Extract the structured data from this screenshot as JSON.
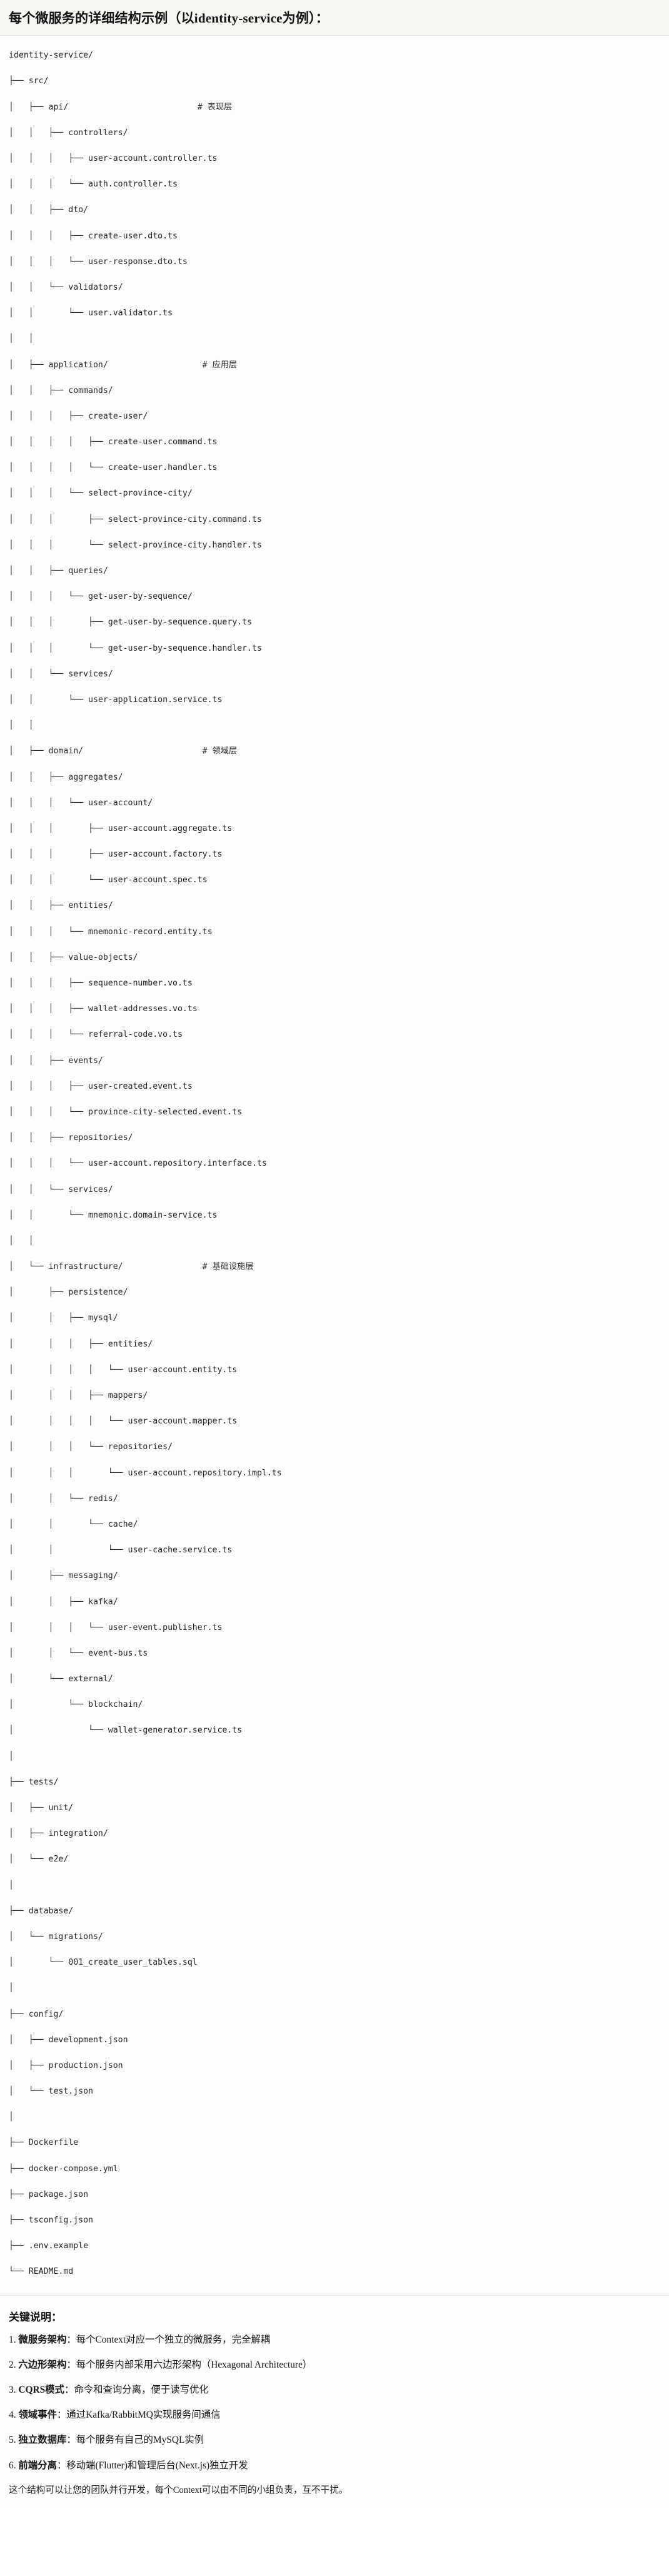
{
  "header": {
    "title": "每个微服务的详细结构示例（以identity-service为例）："
  },
  "tree": {
    "root": "identity-service/",
    "lines": [
      "identity-service/",
      "├── src/",
      "│   ├── api/                          # 表现层",
      "│   │   ├── controllers/",
      "│   │   │   ├── user-account.controller.ts",
      "│   │   │   └── auth.controller.ts",
      "│   │   ├── dto/",
      "│   │   │   ├── create-user.dto.ts",
      "│   │   │   └── user-response.dto.ts",
      "│   │   └── validators/",
      "│   │       └── user.validator.ts",
      "│   │",
      "│   ├── application/                   # 应用层",
      "│   │   ├── commands/",
      "│   │   │   ├── create-user/",
      "│   │   │   │   ├── create-user.command.ts",
      "│   │   │   │   └── create-user.handler.ts",
      "│   │   │   └── select-province-city/",
      "│   │   │       ├── select-province-city.command.ts",
      "│   │   │       └── select-province-city.handler.ts",
      "│   │   ├── queries/",
      "│   │   │   └── get-user-by-sequence/",
      "│   │   │       ├── get-user-by-sequence.query.ts",
      "│   │   │       └── get-user-by-sequence.handler.ts",
      "│   │   └── services/",
      "│   │       └── user-application.service.ts",
      "│   │",
      "│   ├── domain/                        # 领域层",
      "│   │   ├── aggregates/",
      "│   │   │   └── user-account/",
      "│   │   │       ├── user-account.aggregate.ts",
      "│   │   │       ├── user-account.factory.ts",
      "│   │   │       └── user-account.spec.ts",
      "│   │   ├── entities/",
      "│   │   │   └── mnemonic-record.entity.ts",
      "│   │   ├── value-objects/",
      "│   │   │   ├── sequence-number.vo.ts",
      "│   │   │   ├── wallet-addresses.vo.ts",
      "│   │   │   └── referral-code.vo.ts",
      "│   │   ├── events/",
      "│   │   │   ├── user-created.event.ts",
      "│   │   │   └── province-city-selected.event.ts",
      "│   │   ├── repositories/",
      "│   │   │   └── user-account.repository.interface.ts",
      "│   │   └── services/",
      "│   │       └── mnemonic.domain-service.ts",
      "│   │",
      "│   └── infrastructure/                # 基础设施层",
      "│       ├── persistence/",
      "│       │   ├── mysql/",
      "│       │   │   ├── entities/",
      "│       │   │   │   └── user-account.entity.ts",
      "│       │   │   ├── mappers/",
      "│       │   │   │   └── user-account.mapper.ts",
      "│       │   │   └── repositories/",
      "│       │   │       └── user-account.repository.impl.ts",
      "│       │   └── redis/",
      "│       │       └── cache/",
      "│       │           └── user-cache.service.ts",
      "│       ├── messaging/",
      "│       │   ├── kafka/",
      "│       │   │   └── user-event.publisher.ts",
      "│       │   └── event-bus.ts",
      "│       └── external/",
      "│           └── blockchain/",
      "│               └── wallet-generator.service.ts",
      "│",
      "├── tests/",
      "│   ├── unit/",
      "│   ├── integration/",
      "│   └── e2e/",
      "│",
      "├── database/",
      "│   └── migrations/",
      "│       └── 001_create_user_tables.sql",
      "│",
      "├── config/",
      "│   ├── development.json",
      "│   ├── production.json",
      "│   └── test.json",
      "│",
      "├── Dockerfile",
      "├── docker-compose.yml",
      "├── package.json",
      "├── tsconfig.json",
      "├── .env.example",
      "└── README.md"
    ],
    "layer_comments": [
      {
        "path": "api/",
        "comment": "# 表现层"
      },
      {
        "path": "application/",
        "comment": "# 应用层"
      },
      {
        "path": "domain/",
        "comment": "# 领域层"
      },
      {
        "path": "infrastructure/",
        "comment": "# 基础设施层"
      }
    ]
  },
  "notes": {
    "title": "关键说明：",
    "items": [
      {
        "index": "1.",
        "term": "微服务架构",
        "sep": "：",
        "text": "每个Context对应一个独立的微服务，完全解耦"
      },
      {
        "index": "2.",
        "term": "六边形架构",
        "sep": "：",
        "text": "每个服务内部采用六边形架构（Hexagonal Architecture）"
      },
      {
        "index": "3.",
        "term": "CQRS模式",
        "sep": "：",
        "text": "命令和查询分离，便于读写优化"
      },
      {
        "index": "4.",
        "term": "领域事件",
        "sep": "：",
        "text": "通过Kafka/RabbitMQ实现服务间通信"
      },
      {
        "index": "5.",
        "term": "独立数据库",
        "sep": "：",
        "text": "每个服务有自己的MySQL实例"
      },
      {
        "index": "6.",
        "term": "前端分离",
        "sep": "：",
        "text": "移动端(Flutter)和管理后台(Next.js)独立开发"
      }
    ],
    "footer": "这个结构可以让您的团队并行开发，每个Context可以由不同的小组负责，互不干扰。"
  }
}
